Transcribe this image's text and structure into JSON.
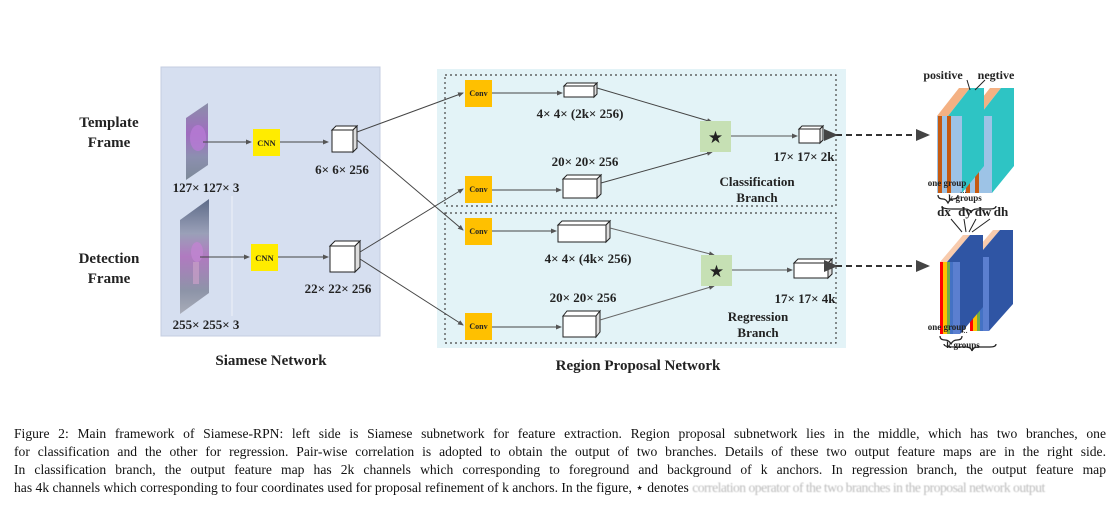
{
  "figure": {
    "siamese": {
      "title": "Siamese Network",
      "template_label_1": "Template",
      "template_label_2": "Frame",
      "detection_label_1": "Detection",
      "detection_label_2": "Frame",
      "template_size": "127× 127× 3",
      "detection_size": "255× 255× 3",
      "cnn_label": "CNN",
      "template_feature": "6× 6× 256",
      "detection_feature": "22× 22× 256",
      "panel_color": "#d6dff0"
    },
    "rpn": {
      "title": "Region Proposal Network",
      "panel_color": "#e3f3f7",
      "conv_label": "Conv",
      "conv_color": "#ffc000",
      "cnn_color": "#ffec00",
      "corr_color": "#c6e0b4",
      "corr_symbol": "★",
      "classification": {
        "kernel": "4× 4× (2k× 256)",
        "search": "20× 20× 256",
        "output": "17× 17× 2k",
        "title_1": "Classification",
        "title_2": "Branch"
      },
      "regression": {
        "kernel": "4× 4× (4k× 256)",
        "search": "20× 20× 256",
        "output": "17× 17× 4k",
        "title_1": "Regression",
        "title_2": "Branch"
      }
    },
    "outputs": {
      "cls": {
        "labels": [
          "positive",
          "negtive"
        ],
        "one_group": "one group",
        "k_groups": "k groups",
        "colors": [
          "#c55a11",
          "#9dc3e6",
          "#2ec4c4"
        ]
      },
      "reg": {
        "labels": [
          "dx",
          "dy",
          "dw",
          "dh"
        ],
        "one_group": "one group",
        "k_groups": "k groups",
        "colors": [
          "#ff0000",
          "#ffc000",
          "#70ad47",
          "#4472c4",
          "#2f55a4"
        ]
      }
    }
  },
  "caption": {
    "lines": [
      "Figure 2: Main framework of Siamese-RPN: left side is Siamese subnetwork for feature extraction. Region proposal subnetwork lies in the middle, which has two branches, one",
      "for classification and the other for regression. Pair-wise correlation is adopted to obtain the output of two branches. Details of these two output feature maps are in the right side.",
      "In classification branch, the output feature map has 2k channels which corresponding to foreground and background of k anchors. In regression branch, the output feature map",
      "has 4k channels which corresponding to four coordinates used for proposal refinement of k anchors. In the figure, ⋆ denotes"
    ],
    "obscured_tail": "correlation operator of the two branches in the proposal network output"
  }
}
